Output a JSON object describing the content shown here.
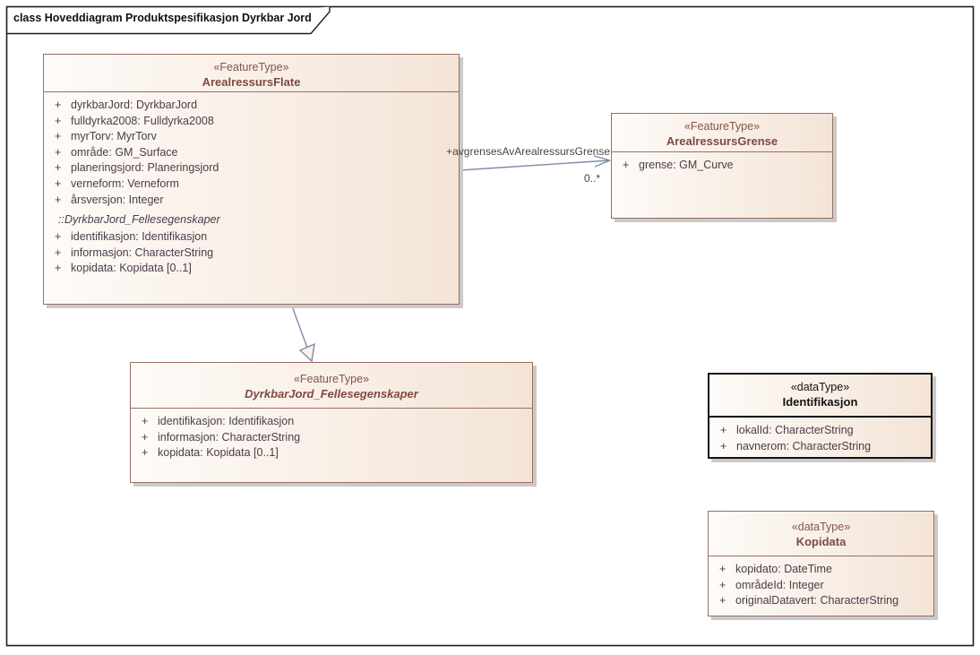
{
  "diagram": {
    "title": "class Hoveddiagram Produktspesifikasjon Dyrkbar Jord"
  },
  "colors": {
    "class_border": "#9A6E63",
    "class_fill_left": "#FEFBF8",
    "class_fill_right": "#F3E4D6",
    "datatype_border": "#141414",
    "connector": "#7E8CA8",
    "name_text": "#7E4A40",
    "attribute_text": "#4C3B4A",
    "shadow": "#CACACA"
  },
  "classes": {
    "flate": {
      "stereotype": "«FeatureType»",
      "name": "ArealressursFlate",
      "attrs": [
        {
          "vis": "+",
          "text": "dyrkbarJord: DyrkbarJord"
        },
        {
          "vis": "+",
          "text": "fulldyrka2008: Fulldyrka2008"
        },
        {
          "vis": "+",
          "text": "myrTorv: MyrTorv"
        },
        {
          "vis": "+",
          "text": "område: GM_Surface"
        },
        {
          "vis": "+",
          "text": "planeringsjord: Planeringsjord"
        },
        {
          "vis": "+",
          "text": "verneform: Verneform"
        },
        {
          "vis": "+",
          "text": "årsversjon: Integer"
        }
      ],
      "divider": "::DyrkbarJord_Fellesegenskaper",
      "inherited": [
        {
          "vis": "+",
          "text": "identifikasjon: Identifikasjon"
        },
        {
          "vis": "+",
          "text": "informasjon: CharacterString"
        },
        {
          "vis": "+",
          "text": "kopidata: Kopidata [0..1]"
        }
      ]
    },
    "grense": {
      "stereotype": "«FeatureType»",
      "name": "ArealressursGrense",
      "attrs": [
        {
          "vis": "+",
          "text": "grense: GM_Curve"
        }
      ]
    },
    "felles": {
      "stereotype": "«FeatureType»",
      "name": "DyrkbarJord_Fellesegenskaper",
      "attrs": [
        {
          "vis": "+",
          "text": "identifikasjon: Identifikasjon"
        },
        {
          "vis": "+",
          "text": "informasjon: CharacterString"
        },
        {
          "vis": "+",
          "text": "kopidata: Kopidata [0..1]"
        }
      ]
    },
    "ident": {
      "stereotype": "«dataType»",
      "name": "Identifikasjon",
      "attrs": [
        {
          "vis": "+",
          "text": "lokalId: CharacterString"
        },
        {
          "vis": "+",
          "text": "navnerom: CharacterString"
        }
      ]
    },
    "kopi": {
      "stereotype": "«dataType»",
      "name": "Kopidata",
      "attrs": [
        {
          "vis": "+",
          "text": "kopidato: DateTime"
        },
        {
          "vis": "+",
          "text": "områdeId: Integer"
        },
        {
          "vis": "+",
          "text": "originalDatavert: CharacterString"
        }
      ]
    }
  },
  "connectors": {
    "association": {
      "label": "+avgrensesAvArealressursGrense",
      "multiplicity": "0..*"
    }
  }
}
